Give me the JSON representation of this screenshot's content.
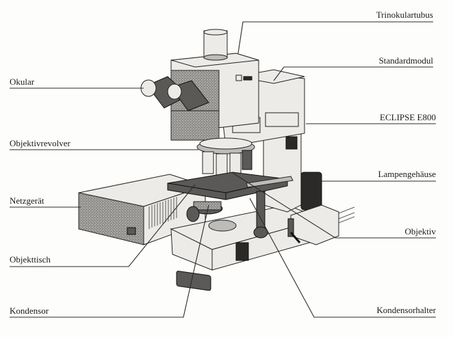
{
  "diagram": {
    "subject": "ECLIPSE E800",
    "labels": {
      "trinokulartubus": "Trinokulartubus",
      "standardmodul": "Standardmodul",
      "eclipse": "ECLIPSE E800",
      "lampengehaeuse": "Lampengehäuse",
      "objektiv": "Objektiv",
      "kondensorhalter": "Kondensorhalter",
      "okular": "Okular",
      "objektivrevolver": "Objektivrevolver",
      "netzgeraet": "Netzgerät",
      "objekttisch": "Objekttisch",
      "kondensor": "Kondensor"
    },
    "colors": {
      "ink": "#1a1a1a",
      "paper": "#fdfdfc",
      "body": "#ecebe8",
      "dark_panel": "#5a5957"
    }
  }
}
